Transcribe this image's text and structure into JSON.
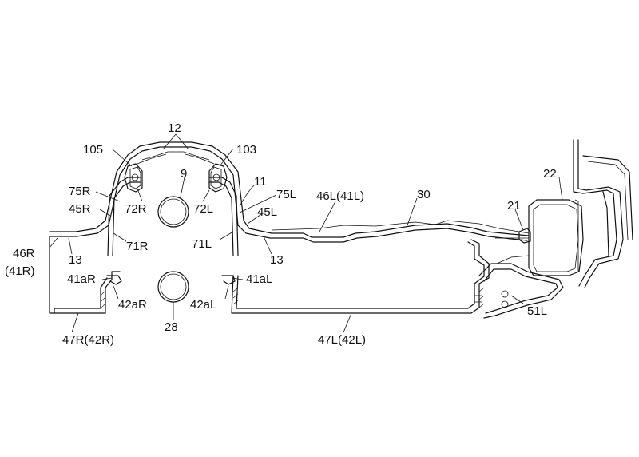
{
  "figure": {
    "labels": {
      "l12": "12",
      "l105": "105",
      "l103": "103",
      "l9": "9",
      "l11": "11",
      "l75R": "75R",
      "l75L": "75L",
      "l45R": "45R",
      "l45L": "45L",
      "l72R": "72R",
      "l72L": "72L",
      "l46L": "46L(41L)",
      "l30": "30",
      "l22": "22",
      "l21": "21",
      "l46R": "46R",
      "l41R": "(41R)",
      "l13a": "13",
      "l13b": "13",
      "l71R": "71R",
      "l71L": "71L",
      "l41aR": "41aR",
      "l41aL": "41aL",
      "l42aR": "42aR",
      "l42aL": "42aL",
      "l28": "28",
      "l51L": "51L",
      "l47R": "47R(42R)",
      "l47L": "47L(42L)"
    }
  }
}
